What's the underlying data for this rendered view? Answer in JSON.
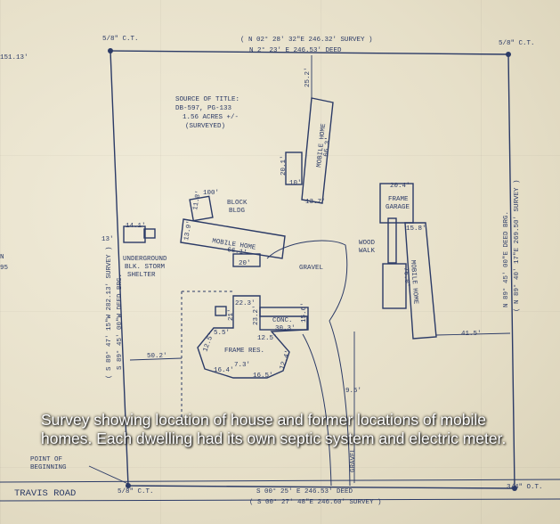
{
  "caption": "Survey showing location of house and former locations of mobile homes. Each dwelling had its own septic system and electric meter.",
  "colors": {
    "ink": "#2b3a66",
    "paper": "#e9e3cf",
    "caption": "#ffffff"
  },
  "labels": {
    "corner_nw": "5/8\" C.T.",
    "corner_ne": "5/8\" C.T.",
    "corner_sw": "5/8\" C.T.",
    "corner_se": "3/4\" O.T.",
    "edge_151": "151.13'",
    "north_survey": "( N 02° 28' 32\"E   246.32' SURVEY )",
    "north_deed": "N 2° 23' E        246.53'  DEED",
    "source_1": "SOURCE OF TITLE:",
    "source_2": "DB-597, PG-133",
    "source_3": "1.56 ACRES +/-",
    "source_4": "(SURVEYED)",
    "dim_25_2": "25.2'",
    "mobile_home_top": "MOBILE HOME",
    "mobile_home_top_len": "66.3'",
    "dim_20_1": "20.1'",
    "dim_10": "10'",
    "dim_13_7": "13.7'",
    "dim_100": "100'",
    "dim_11_8": "11.8'",
    "block_bldg_1": "BLOCK",
    "block_bldg_2": "BLDG",
    "dim_14_1": "14.1'",
    "mobile_home_mid": "MOBILE HOME",
    "mobile_home_mid_len": "66.1'",
    "dim_13_9": "13.9'",
    "dim_20": "20'",
    "dim_13": "13'",
    "shelter_1": "UNDERGROUND",
    "shelter_2": "BLK. STORM",
    "shelter_3": "SHELTER",
    "gravel": "GRAVEL",
    "dim_20_4": "20.4'",
    "frame_garage_1": "FRAME",
    "frame_garage_2": "GARAGE",
    "dim_15_8": "15.8'",
    "wood_walk_1": "WOOD",
    "wood_walk_2": "WALK",
    "mobile_home_right": "MOBILE HOME",
    "mobile_home_right_len": "76.0'",
    "dim_41_5": "41.5'",
    "west_survey": "( S 89° 47' 15\"W  282.13' SURVEY )",
    "west_deed": "S 89° 45' 00\"W  DEED BRG.",
    "east_deed": "N 89° 45' 00\"E  DEED BRG.",
    "east_survey": "( N 89° 40' 17\"E   269.50' SURVEY )",
    "dim_22_3": "22.3'",
    "dim_21": "21'",
    "dim_23_2": "23.2'",
    "conc": "CONC.",
    "dim_30_3": "30.3'",
    "dim_15_6": "15.6'",
    "dim_12_5": "12.5'",
    "dim_5_5": "5.5'",
    "frame_res": "FRAME RES.",
    "dim_12_5b": "12.5'",
    "dim_7_3": "7.3'",
    "dim_16_4": "16.4'",
    "dim_16_5": "16.5'",
    "dim_12_4": "12.4'",
    "dim_50_2": "50.2'",
    "dim_9_5": "9.5'",
    "gravel_vert": "GRAVEL",
    "pob_1": "POINT OF",
    "pob_2": "BEGINNING",
    "travis_road": "TRAVIS    ROAD",
    "south_deed": "S 00° 25' E    246.53'  DEED",
    "south_survey": "( S 00° 27' 48\"E   246.60'  SURVEY )",
    "left_n": "N",
    "left_95": "95"
  }
}
